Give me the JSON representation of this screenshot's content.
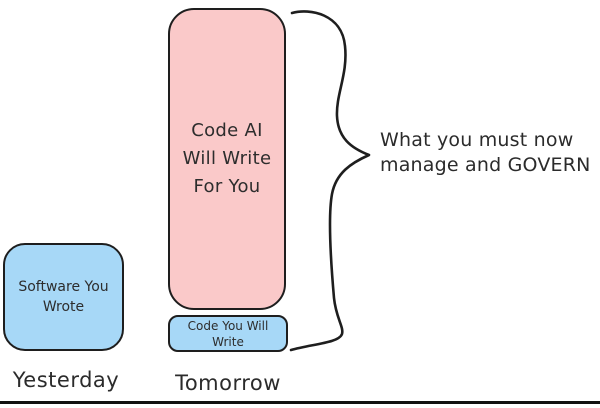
{
  "diagram": {
    "yesterday": {
      "box_label": "Software You\nWrote",
      "caption": "Yesterday"
    },
    "tomorrow": {
      "ai_box_label": "Code AI\nWill Write\nFor You",
      "you_box_label": "Code You Will\nWrite",
      "caption": "Tomorrow"
    },
    "brace_annotation": "What you must now\nmanage and GOVERN",
    "colors": {
      "ai_box_fill": "#fac9c9",
      "human_box_fill": "#a7d8f7",
      "stroke": "#1e1e1e"
    }
  }
}
